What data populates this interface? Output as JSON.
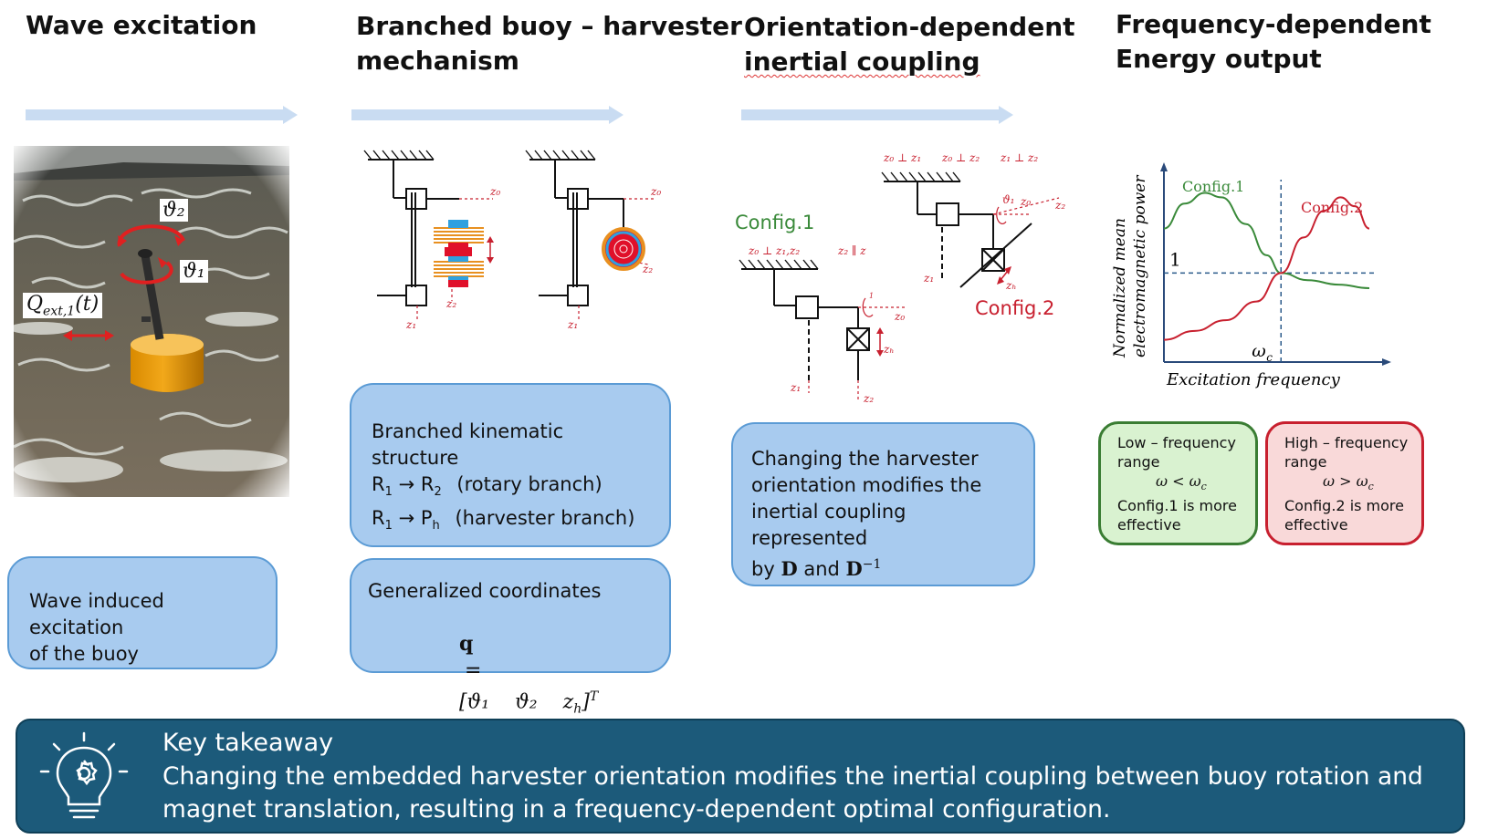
{
  "columns": [
    {
      "title_line1": "Wave excitation",
      "title_line2": ""
    },
    {
      "title_line1": "Branched buoy – harvester",
      "title_line2": "mechanism"
    },
    {
      "title_line1": "Orientation-dependent",
      "title_line2": "inertial coupling"
    },
    {
      "title_line1": "Frequency-dependent",
      "title_line2": "Energy output"
    }
  ],
  "photo_labels": {
    "theta2": "ϑ₂",
    "theta1": "ϑ₁",
    "qext": "Q",
    "qext_sub": "ext,1",
    "qext_arg": "(t)"
  },
  "wave_box": {
    "line1": "Wave induced excitation",
    "line2": "of the buoy"
  },
  "mechanism_labels": {
    "z0": "z₀",
    "z1": "z₁",
    "z2": "z₂"
  },
  "kinematic_box": {
    "title": "Branched kinematic structure",
    "row1_left": "R",
    "row1_left_sub": "1",
    "row1_right": "R",
    "row1_right_sub": "2",
    "row1_note": "(rotary branch)",
    "row2_left": "R",
    "row2_left_sub": "1",
    "row2_right": "P",
    "row2_right_sub": "h",
    "row2_note": "(harvester branch)",
    "arrow": "→"
  },
  "coords_box": {
    "title": "Generalized coordinates",
    "q": "q",
    "eq": "=",
    "vector": "[ϑ₁    ϑ₂    z",
    "vector_sub": "h",
    "vector_end": "]",
    "sup": "T"
  },
  "orientation": {
    "config1_label": "Config.1",
    "config2_label": "Config.2",
    "cond1": "z₀ ⊥ z₁,z₂",
    "cond2": "z₂ ∥ z",
    "cond3": "z₀ ⊥ z₁",
    "cond4": "z₀ ⊥ z₂",
    "cond5": "z₁ ⊥ z₂",
    "z0": "z₀",
    "z1": "z₁",
    "z2": "z₂",
    "zh": "zₕ",
    "th1": "ϑ₁",
    "one": "1"
  },
  "orientation_box": {
    "line1": "Changing the harvester",
    "line2": "orientation modifies the",
    "line3": "inertial coupling represented",
    "line4_pre": "by ",
    "D": "D",
    "and": " and ",
    "Dinv": "D",
    "sup": "−1"
  },
  "chart_data": {
    "type": "line",
    "title": "",
    "xlabel": "Excitation frequency",
    "ylabel_line1": "Normalized mean",
    "ylabel_line2": "electromagnetic power",
    "y_ref_label": "1",
    "x_marker_label": "ω",
    "x_marker_sub": "c",
    "series": [
      {
        "name": "Config.1",
        "color": "#3a8a3a",
        "x": [
          0,
          0.1,
          0.2,
          0.28,
          0.4,
          0.5,
          0.57,
          0.7,
          0.85,
          1.0
        ],
        "y": [
          1.5,
          1.78,
          1.9,
          1.85,
          1.55,
          1.2,
          1.0,
          0.92,
          0.87,
          0.83
        ]
      },
      {
        "name": "Config.2",
        "color": "#c8202f",
        "x": [
          0,
          0.15,
          0.3,
          0.45,
          0.57,
          0.68,
          0.78,
          0.86,
          0.93,
          1.0
        ],
        "y": [
          0.25,
          0.35,
          0.47,
          0.68,
          1.0,
          1.4,
          1.7,
          1.85,
          1.75,
          1.5
        ]
      }
    ],
    "crossing_x": 0.57,
    "y_ref": 1.0,
    "xlim": [
      0,
      1
    ],
    "ylim": [
      0,
      2.1
    ],
    "grid": false
  },
  "low_box": {
    "line1": "Low – frequency",
    "line2": "range",
    "cond": "ω < ω",
    "cond_sub": "c",
    "line3": "Config.1 is more",
    "line4": "effective"
  },
  "high_box": {
    "line1": "High – frequency",
    "line2": "range",
    "cond": "ω > ω",
    "cond_sub": "c",
    "line3": "Config.2 is more",
    "line4": "effective"
  },
  "key_takeaway": {
    "title": "Key takeaway",
    "line1": "Changing the embedded harvester orientation modifies the inertial coupling between buoy rotation and",
    "line2": "magnet translation, resulting in a frequency-dependent optimal configuration."
  },
  "colors": {
    "arrow": "#c9dcf2",
    "box_fill": "#a8cbef",
    "box_border": "#5b9bd5",
    "key_fill": "#1c5a7a",
    "red": "#c8202f",
    "green": "#3a8a3a",
    "blue_dash": "#2a5a8a"
  },
  "icons": {
    "bulb": "lightbulb-gear-icon"
  }
}
